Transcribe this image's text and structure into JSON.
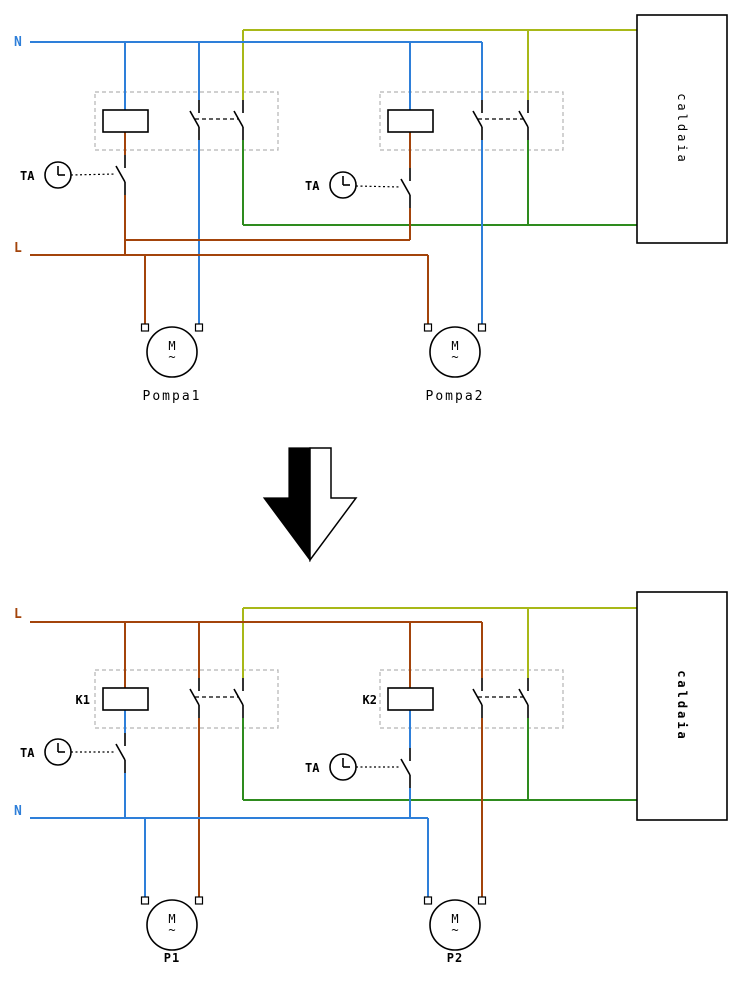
{
  "colors": {
    "wire_blue": "#2e7fd9",
    "wire_brown": "#a3440b",
    "wire_olive": "#a8b818",
    "wire_green": "#2e8b1e",
    "box_gray": "#b4b4b4",
    "symbol_black": "#000000"
  },
  "top": {
    "neutral_label": "N",
    "line_label": "L",
    "ta_label": "TA",
    "pump1_label": "Pompa1",
    "pump2_label": "Pompa2",
    "boiler_label": "caldaia",
    "motor_letter": "M",
    "motor_wave": "~"
  },
  "bottom": {
    "line_label": "L",
    "neutral_label": "N",
    "relay1_label": "K1",
    "relay2_label": "K2",
    "ta_label": "TA",
    "pump1_label": "P1",
    "pump2_label": "P2",
    "boiler_label": "caldaia",
    "motor_letter": "M",
    "motor_wave": "~"
  }
}
